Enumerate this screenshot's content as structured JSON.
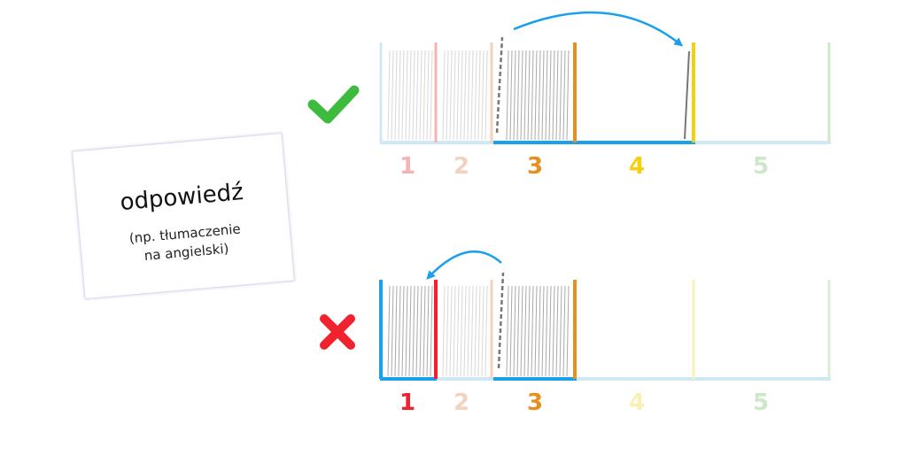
{
  "card": {
    "title": "odpowiedź",
    "note_line1": "(np. tłumaczenie",
    "note_line2": "na angielski)"
  },
  "icons": {
    "correct": "checkmark-icon",
    "incorrect": "cross-icon"
  },
  "colors": {
    "check_green": "#3dbb3d",
    "cross_red": "#f0222d",
    "highlight_blue": "#1aa0ec",
    "box1": "#f5b4b4",
    "box2": "#f2d3bf",
    "box3": "#e8901d",
    "box4": "#f4d10f",
    "box5": "#cde8c8",
    "line_faint": "#cfe8f6"
  },
  "correct_row": {
    "box_labels": [
      "1",
      "2",
      "3",
      "4",
      "5"
    ]
  },
  "incorrect_row": {
    "box_labels": [
      "1",
      "2",
      "3",
      "4",
      "5"
    ]
  }
}
